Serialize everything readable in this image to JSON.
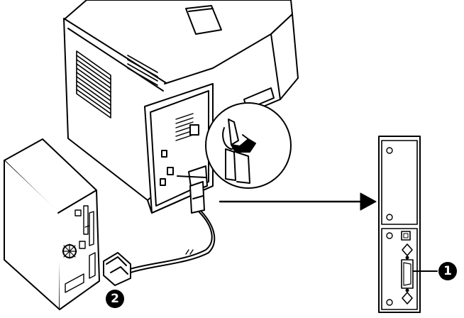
{
  "callouts": {
    "parallel_port": "1",
    "cable_connector": "2"
  },
  "colors": {
    "line": "#000000",
    "fill": "#ffffff"
  },
  "icons": [
    "printer-illustration",
    "pc-tower-illustration",
    "parallel-cable",
    "magnifier-detail-circle",
    "interface-panel",
    "pointer-arrow"
  ]
}
